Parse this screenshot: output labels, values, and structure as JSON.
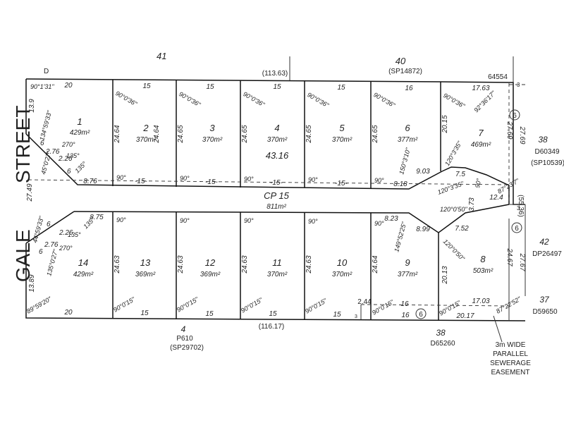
{
  "street": {
    "word1": "GALE",
    "word2": "STREET"
  },
  "top": {
    "lot41": "41",
    "lot40": "40",
    "sp40": "(SP14872)",
    "dist_top": "(113.63)",
    "num64554": "64554",
    "d": "D"
  },
  "bottom": {
    "lot4": "4",
    "p610": "P610",
    "sp4": "(SP29702)",
    "dist_bot": "(116.17)",
    "lot38": "38",
    "d65260": "D65260"
  },
  "right": {
    "lot38": "38",
    "d60349": "D60349",
    "sp10539": "(SP10539)",
    "lot42": "42",
    "dp26497": "DP26497",
    "lot37": "37",
    "d59650": "D59650",
    "easement": [
      "3m WIDE",
      "PARALLEL",
      "SEWERAGE",
      "EASEMENT"
    ]
  },
  "cp": {
    "name": "CP 15",
    "area": "811m²"
  },
  "lots": [
    {
      "num": "1",
      "area": "429m²"
    },
    {
      "num": "2",
      "area": "370m²"
    },
    {
      "num": "3",
      "area": "370m²"
    },
    {
      "num": "4",
      "area": "370m²"
    },
    {
      "num": "5",
      "area": "370m²"
    },
    {
      "num": "6",
      "area": "377m²"
    },
    {
      "num": "7",
      "area": "469m²"
    },
    {
      "num": "8",
      "area": "503m²"
    },
    {
      "num": "9",
      "area": "377m²"
    },
    {
      "num": "10",
      "area": "370m²"
    },
    {
      "num": "11",
      "area": "370m²"
    },
    {
      "num": "12",
      "area": "369m²"
    },
    {
      "num": "13",
      "area": "369m²"
    },
    {
      "num": "14",
      "area": "429m²"
    }
  ],
  "dims": {
    "t20": "20",
    "t15": "15",
    "t16": "16",
    "t1763": "17.63",
    "side2464": "24.64",
    "side2465": "24.65",
    "side2463": "24.63",
    "s139": "13.9",
    "s1389": "13.89",
    "s2749": "27.49",
    "b876": "8.76",
    "b818": "8.18",
    "b903": "9.03",
    "b875": "8.75",
    "b823": "8.23",
    "b899": "8.99",
    "d75": "7.5",
    "d124": "12.4",
    "d752": "7.52",
    "d373": "3.73",
    "d2015": "20.15",
    "d2013": "20.13",
    "d2769": "27.69",
    "d2767": "27.67",
    "d2769b": "27.69",
    "d2467": "24.67",
    "d2017": "20.17",
    "d1703": "17.03",
    "d244": "2.44",
    "d3": "3",
    "d6": "6",
    "d276": "2.76",
    "d226": "2.26",
    "d5536": "(55.36)",
    "m4316": "43.16",
    "dash15": "-15-"
  },
  "angles": {
    "a90131": "90°1'31\"",
    "a90036": "90°0'36\"",
    "a90": "90°",
    "a135": "135°",
    "a270": "270°",
    "a13459": "134°59'33\"",
    "a4502": "45°0'27\"",
    "a4459": "44°59'33\"",
    "a13502": "135°0'27\"",
    "a8959": "89°59'20\"",
    "a90015": "90°0'15\"",
    "a15003": "150°3'10\"",
    "a12003": "120°3'35\"",
    "a12005": "120°0'50\"",
    "a14952": "149°52'25\"",
    "a9236": "92°36'17\"",
    "a8723": "87°23'7\"",
    "a8722": "87°22'52\"",
    "a90b": "90°"
  },
  "circ": "6"
}
